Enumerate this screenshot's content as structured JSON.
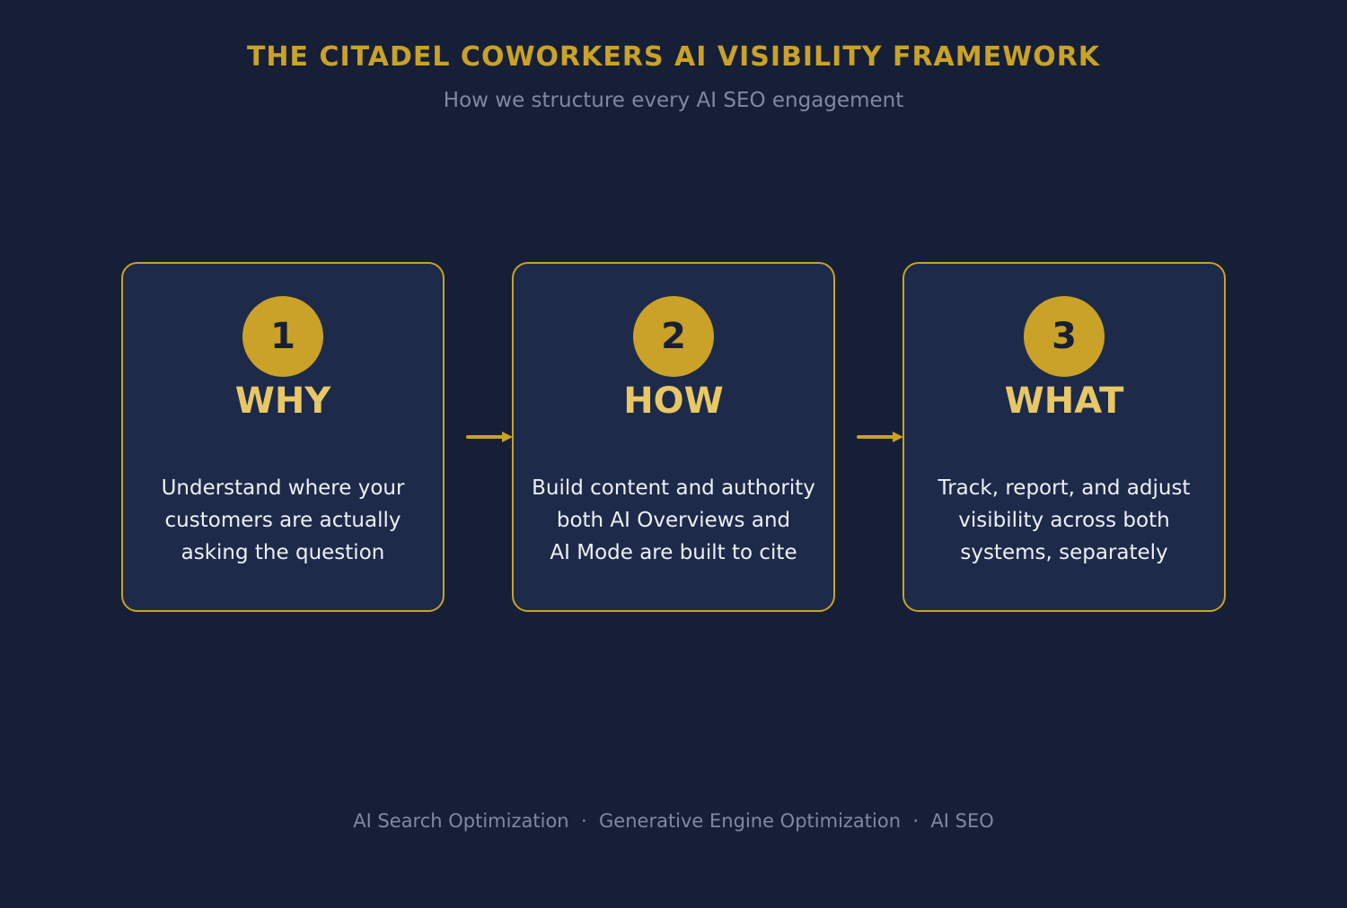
{
  "header": {
    "title": "THE CITADEL COWORKERS AI VISIBILITY FRAMEWORK",
    "subtitle": "How we structure every AI SEO engagement"
  },
  "steps": [
    {
      "number": "1",
      "heading": "WHY",
      "lines": [
        "Understand where your",
        "customers are actually",
        "asking the question"
      ]
    },
    {
      "number": "2",
      "heading": "HOW",
      "lines": [
        "Build content and authority",
        "both AI Overviews and",
        "AI Mode are built to cite"
      ]
    },
    {
      "number": "3",
      "heading": "WHAT",
      "lines": [
        "Track, report, and adjust",
        "visibility across both",
        "systems, separately"
      ]
    }
  ],
  "footer": {
    "items": [
      "AI Search Optimization",
      "Generative Engine Optimization",
      "AI SEO"
    ],
    "separator": "·"
  },
  "colors": {
    "background": "#161f35",
    "card": "#1d2a4a",
    "accent": "#c9a227",
    "heading": "#e8c766",
    "body_text": "#eef0f5",
    "muted_text": "#8089a0"
  }
}
